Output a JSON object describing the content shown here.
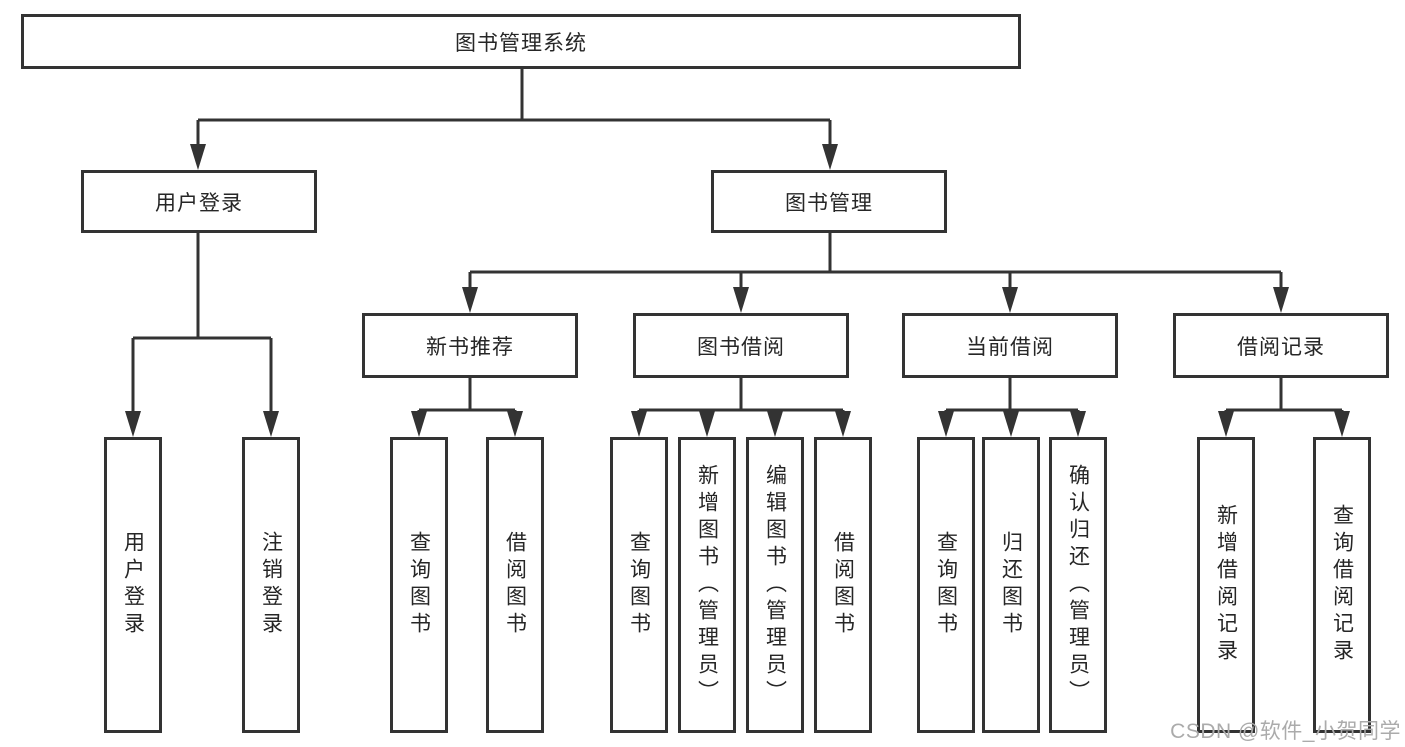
{
  "diagram": {
    "root": {
      "label": "图书管理系统"
    },
    "level2": [
      {
        "label": "用户登录"
      },
      {
        "label": "图书管理"
      }
    ],
    "level3": [
      {
        "label": "新书推荐"
      },
      {
        "label": "图书借阅"
      },
      {
        "label": "当前借阅"
      },
      {
        "label": "借阅记录"
      }
    ],
    "leaves": {
      "user_login": [
        {
          "label": "用户登录"
        },
        {
          "label": "注销登录"
        }
      ],
      "new_book": [
        {
          "label": "查询图书"
        },
        {
          "label": "借阅图书"
        }
      ],
      "book_borrow": [
        {
          "label": "查询图书"
        },
        {
          "label": "新增图书（管理员）"
        },
        {
          "label": "编辑图书（管理员）"
        },
        {
          "label": "借阅图书"
        }
      ],
      "current_borrow": [
        {
          "label": "查询图书"
        },
        {
          "label": "归还图书"
        },
        {
          "label": "确认归还（管理员）"
        }
      ],
      "borrow_record": [
        {
          "label": "新增借阅记录"
        },
        {
          "label": "查询借阅记录"
        }
      ]
    },
    "watermark": "CSDN @软件_小贺同学",
    "colors": {
      "line": "#333333",
      "text": "#262626",
      "watermark": "#ababab",
      "box_background": "#ffffff"
    }
  }
}
